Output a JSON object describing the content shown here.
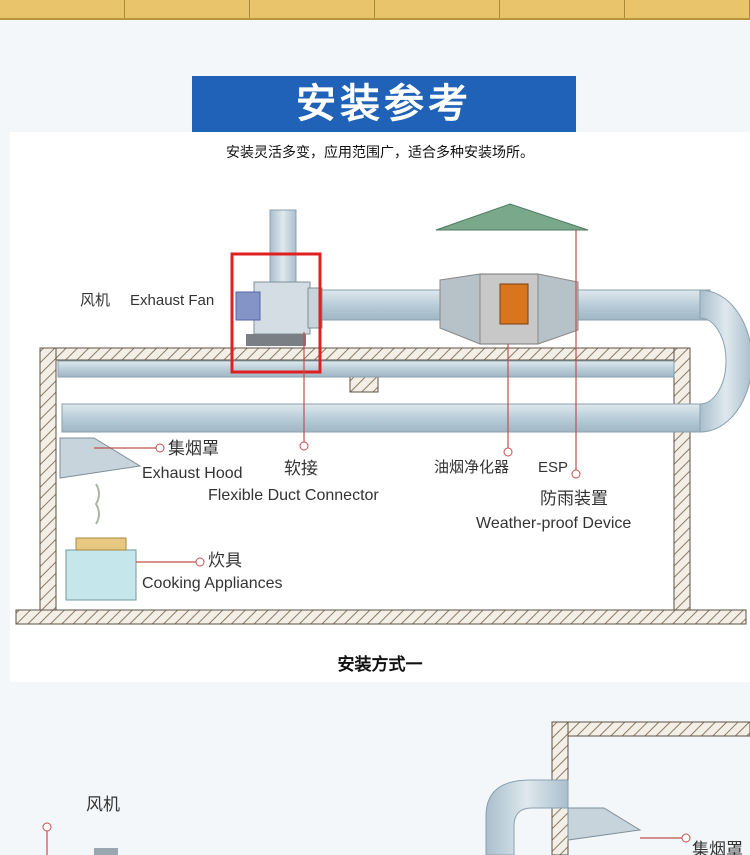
{
  "banner": {
    "title": "安装参考"
  },
  "intro": {
    "text": "安装灵活多变，应用范围广，适合多种安装场所。"
  },
  "diagram1": {
    "labels": {
      "fan_cn": "风机",
      "fan_en": "Exhaust Fan",
      "hood_cn": "集烟罩",
      "hood_en": "Exhaust Hood",
      "flex_cn": "软接",
      "flex_en": "Flexible Duct Connector",
      "esp_cn": "油烟净化器",
      "esp_en": "ESP",
      "rain_cn": "防雨装置",
      "rain_en": "Weather-proof Device",
      "cook_cn": "炊具",
      "cook_en": "Cooking Appliances"
    },
    "caption": "安装方式一"
  },
  "diagram2": {
    "labels": {
      "fan_cn": "风机",
      "hood_cn": "集烟罩"
    }
  },
  "colors": {
    "banner": "#1f62b8",
    "highlight": "#e02020",
    "pipe": "#b9cdd9",
    "leader": "#c0504d"
  }
}
